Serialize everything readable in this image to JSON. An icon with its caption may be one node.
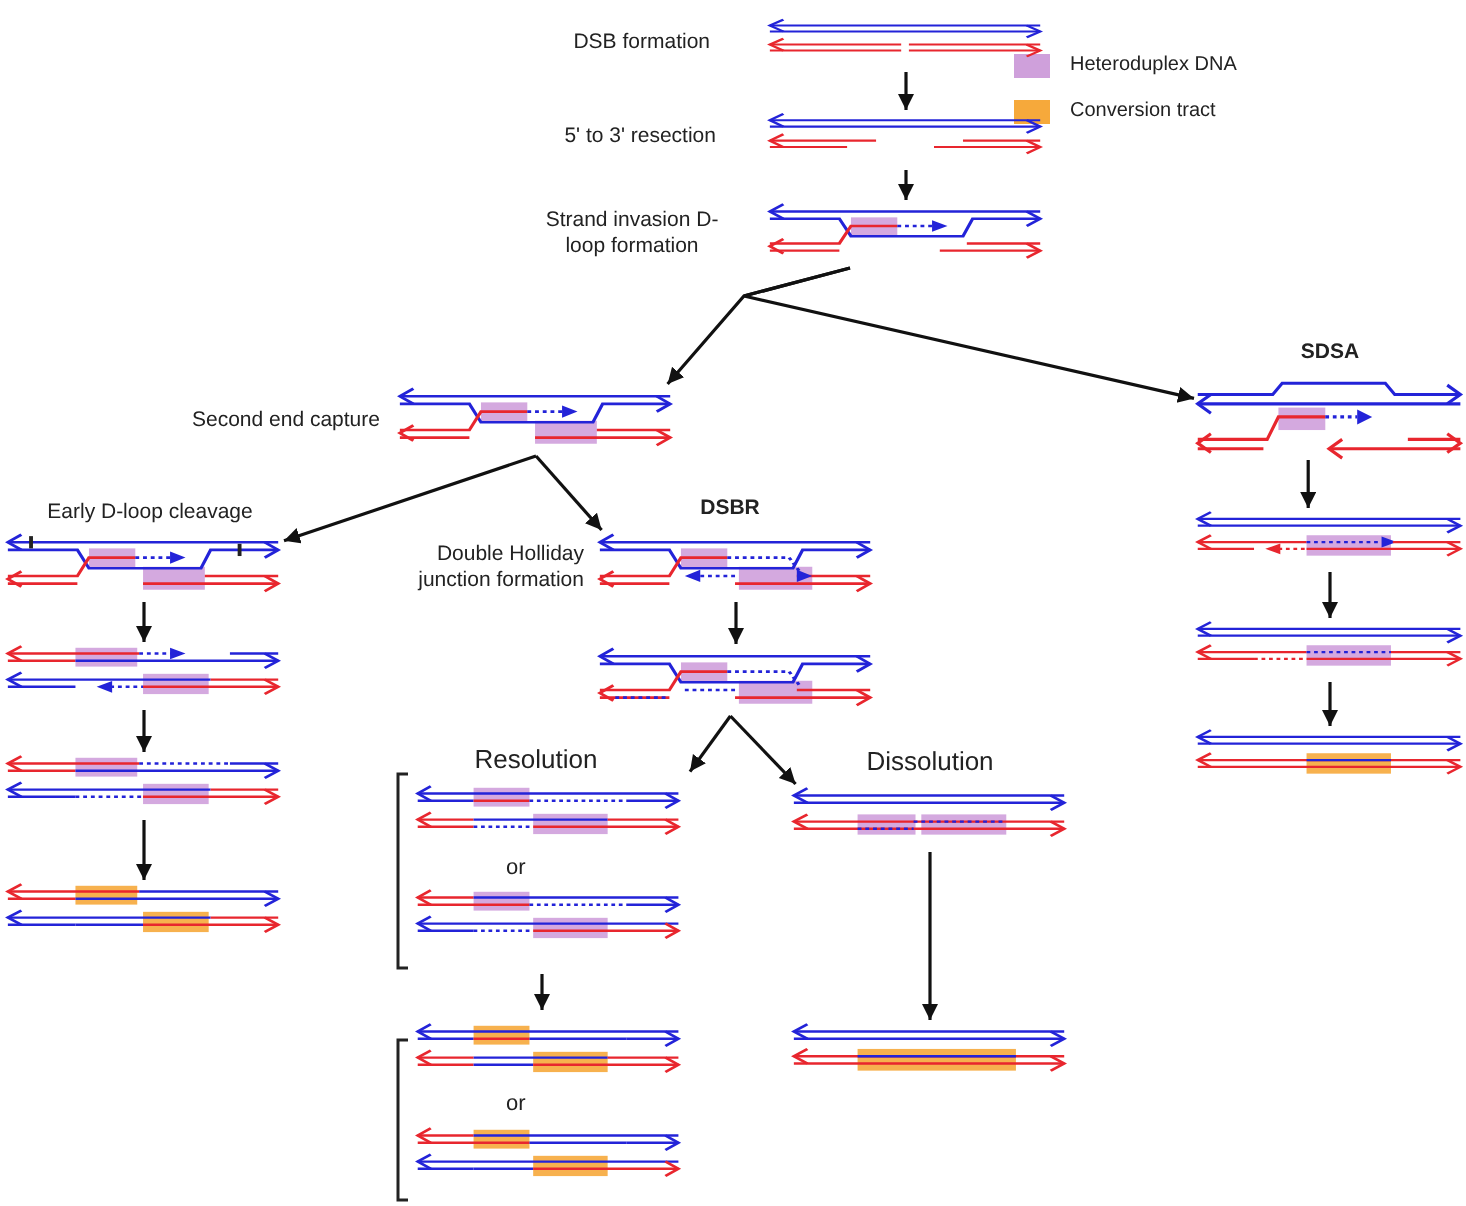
{
  "diagram": {
    "nodes": [
      {
        "text": [],
        "shape": "picture",
        "beside": [
          "DSB formation"
        ]
      },
      {
        "text": [],
        "shape": "picture",
        "beside": [
          "5' to 3' resection"
        ]
      },
      {
        "text": [],
        "shape": "picture",
        "beside": [
          "Strand invasion D-loop formation"
        ]
      },
      {
        "text": [],
        "shape": "picture",
        "beside": [
          "Second end capture"
        ]
      },
      {
        "text": [],
        "shape": "picture",
        "beside": [
          "SDSA"
        ]
      },
      {
        "text": [],
        "shape": "picture"
      },
      {
        "text": [],
        "shape": "picture"
      },
      {
        "text": [],
        "shape": "picture"
      },
      {
        "text": [],
        "shape": "picture",
        "beside": [
          "Early D-loop cleavage"
        ]
      },
      {
        "text": [],
        "shape": "picture"
      },
      {
        "text": [],
        "shape": "picture"
      },
      {
        "text": [],
        "shape": "picture"
      },
      {
        "text": [],
        "shape": "picture",
        "beside": [
          "DSBR",
          "Double Holliday junction formation"
        ]
      },
      {
        "text": [],
        "shape": "picture"
      },
      {
        "text": [
          "Resolution"
        ]
      },
      {
        "text": [],
        "shape": "picture",
        "in": 14
      },
      {
        "text": [],
        "shape": "picture",
        "in": 14
      },
      {
        "text": [],
        "shape": "bracket"
      },
      {
        "text": [],
        "shape": "picture",
        "in": 17
      },
      {
        "text": [],
        "shape": "picture",
        "in": 17
      },
      {
        "text": [],
        "shape": "picture",
        "beside": [
          "Dissolution"
        ]
      },
      {
        "text": [],
        "shape": "picture"
      }
    ],
    "edges": [
      {
        "from": 0,
        "to": 1,
        "arrow": "to"
      },
      {
        "from": 1,
        "to": 2,
        "arrow": "to"
      },
      {
        "from": 2,
        "to": 3,
        "arrow": "to"
      },
      {
        "from": 2,
        "to": 4,
        "arrow": "to"
      },
      {
        "from": 3,
        "to": 8,
        "arrow": "to"
      },
      {
        "from": 3,
        "to": 12,
        "arrow": "to"
      },
      {
        "from": 4,
        "to": 5,
        "arrow": "to"
      },
      {
        "from": 5,
        "to": 6,
        "arrow": "to"
      },
      {
        "from": 6,
        "to": 7,
        "arrow": "to"
      },
      {
        "from": 8,
        "to": 9,
        "arrow": "to"
      },
      {
        "from": 9,
        "to": 10,
        "arrow": "to"
      },
      {
        "from": 10,
        "to": 11,
        "arrow": "to"
      },
      {
        "from": 12,
        "to": 13,
        "arrow": "to"
      },
      {
        "from": 13,
        "to": 14,
        "arrow": "to"
      },
      {
        "from": 13,
        "to": 20,
        "arrow": "to"
      },
      {
        "from": 14,
        "to": 17,
        "arrow": "to"
      },
      {
        "from": 20,
        "to": 21,
        "arrow": "to"
      }
    ],
    "labels": [
      "or",
      "or"
    ],
    "legend": [
      {
        "text": "Heteroduplex DNA",
        "color": "#cfa0db"
      },
      {
        "text": "Conversion tract",
        "color": "#f6a93b"
      }
    ]
  }
}
